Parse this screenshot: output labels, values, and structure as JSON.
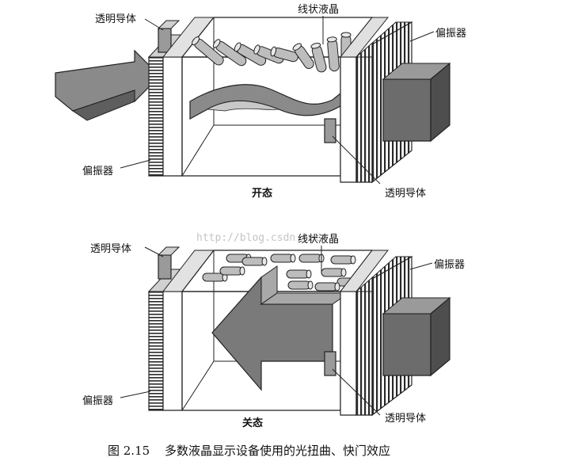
{
  "labels": {
    "lc": "线状液晶",
    "conductor": "透明导体",
    "polarizer": "偏振器"
  },
  "states": {
    "on": "开态",
    "off": "关态"
  },
  "caption": {
    "number": "图 2.15",
    "text": "多数液晶显示设备使用的光扭曲、快门效应"
  },
  "watermark": "http://blog.csdn.net/",
  "colors": {
    "line": "#222222",
    "dark_gray": "#707070",
    "mid_gray": "#9a9a9a",
    "light_gray": "#cfcfcf"
  }
}
